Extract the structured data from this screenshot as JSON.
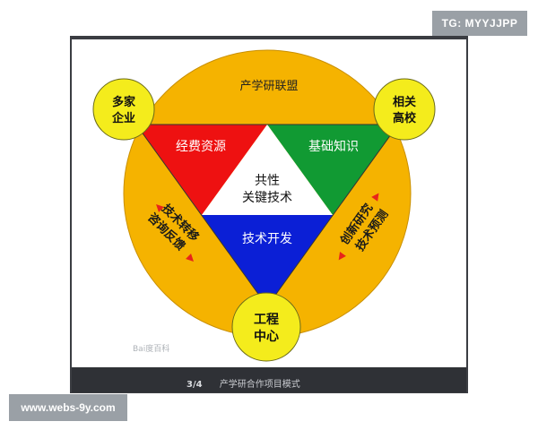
{
  "diagram": {
    "alliance": "产学研联盟",
    "partners": {
      "enterprises": [
        "多家",
        "企业"
      ],
      "universities": [
        "相关",
        "高校"
      ],
      "engineering_center": [
        "工程",
        "中心"
      ]
    },
    "sections": {
      "funding": "经费资源",
      "knowledge": "基础知识",
      "core": [
        "共性",
        "关键技术"
      ],
      "development": "技术开发"
    },
    "arrows": {
      "left": [
        "技术转移",
        "咨询反馈"
      ],
      "right": [
        "创新研究",
        "技术预测"
      ]
    },
    "watermark": "Bai度百科",
    "colors": {
      "circle": "#f5b300",
      "partner_circle": "#f4ec1c",
      "funding": "#ee1111",
      "knowledge": "#119a33",
      "development": "#0b1fd6",
      "core": "#ffffff",
      "arrow": "#e8241a"
    }
  },
  "caption": {
    "page": "3/4",
    "text": "产学研合作项目模式"
  },
  "overlays": {
    "tag": "TG: MYYJJPP",
    "site": "www.webs-9y.com"
  }
}
